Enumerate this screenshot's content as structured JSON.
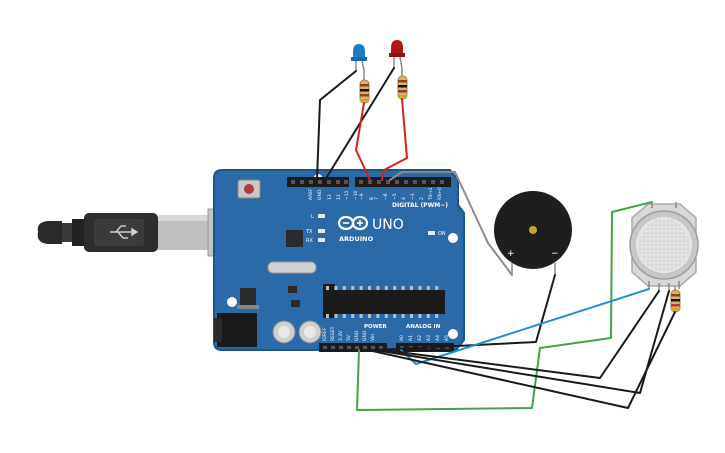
{
  "board": {
    "brand": "ARDUINO",
    "model": "UNO",
    "digital_header": "DIGITAL (PWM~)",
    "power_header": "POWER",
    "analog_header": "ANALOG IN",
    "on_label": "ON",
    "l_label": "L",
    "tx_label": "TX",
    "rx_label": "RX",
    "aref": "AREF",
    "gnd": "GND",
    "digital_pins": [
      "13",
      "12",
      "~11",
      "~10",
      "~9",
      "8",
      "7",
      "~6",
      "~5",
      "4",
      "~3",
      "2",
      "TX→1",
      "RX←0"
    ],
    "power_pins": [
      "IOREF",
      "RESET",
      "3.3V",
      "5V",
      "GND",
      "GND",
      "Vin"
    ],
    "analog_pins": [
      "A0",
      "A1",
      "A2",
      "A3",
      "A4",
      "A5"
    ]
  },
  "buzzer": {
    "plus": "+",
    "minus": "−"
  },
  "colors": {
    "board": "#2b6aa8",
    "board_dark": "#1f5487",
    "header": "#1b1b1b",
    "wire_black": "#1a1a1a",
    "wire_red": "#d42020",
    "wire_green": "#3aa648",
    "wire_blue": "#1f8fd0",
    "wire_gray": "#8a8a8a",
    "led_blue": "#1b7ec4",
    "led_red": "#b01818"
  }
}
